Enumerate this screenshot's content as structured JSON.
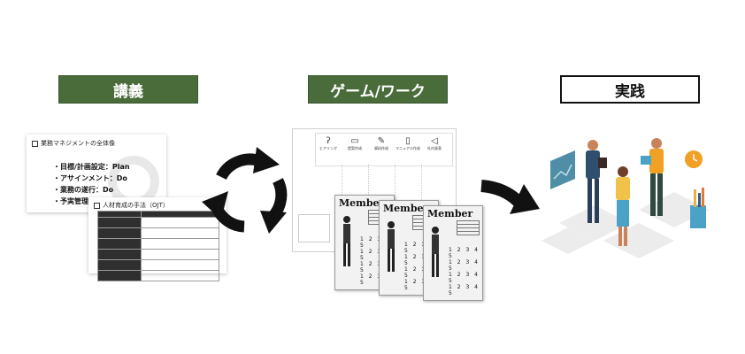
{
  "stages": {
    "lecture": {
      "label": "講義"
    },
    "game": {
      "label": "ゲーム/ワーク"
    },
    "practice": {
      "label": "実践"
    }
  },
  "slide1": {
    "title": "業務マネジメントの全体像",
    "bullets": [
      "・目標/計画設定：Plan",
      "・アサインメント：Do",
      "・業務の遂行：Do",
      "・予実管理（"
    ]
  },
  "slide2": {
    "title": "人材育成の手法（OJT）"
  },
  "worksheet": {
    "columns": [
      "ヒアリング",
      "提案作成",
      "資料作成",
      "マニュアル作成",
      "社内発表"
    ]
  },
  "cards": {
    "title": "Member",
    "digits": "1 2 3 4 5"
  },
  "colors": {
    "green_box": "#4a6b3a",
    "arrow": "#111111"
  }
}
